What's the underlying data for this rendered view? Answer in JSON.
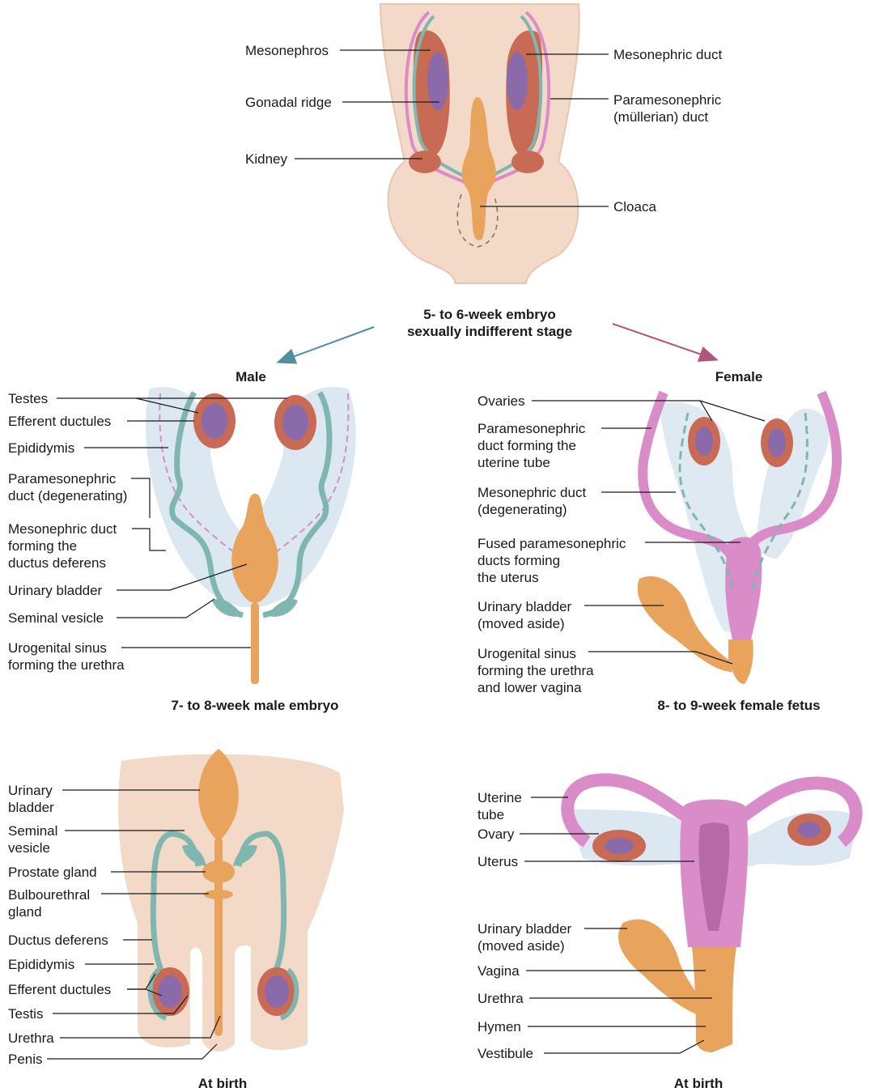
{
  "colors": {
    "skin": "#f3d9c8",
    "skin_light": "#f7e6da",
    "mesonephros": "#c96a55",
    "gonad": "#8a6aa8",
    "mesonephric_duct": "#7fb7b0",
    "paramesonephric_duct": "#d98cc8",
    "bladder": "#e8a35c",
    "tissue": "#dbe7f1",
    "arrow_left": "#4f8fa2",
    "arrow_right": "#b0567a",
    "leader": "#1a1a1a"
  },
  "indifferent_stage": {
    "caption_line1": "5- to 6-week embryo",
    "caption_line2": "sexually indifferent stage",
    "labels": {
      "mesonephros": "Mesonephros",
      "gonadal_ridge": "Gonadal ridge",
      "kidney": "Kidney",
      "mesonephric_duct": "Mesonephric duct",
      "paramesonephric_duct": "Paramesonephric\n(müllerian) duct",
      "cloaca": "Cloaca"
    }
  },
  "male_embryo": {
    "heading": "Male",
    "caption": "7- to 8-week male embryo",
    "labels": {
      "testes": "Testes",
      "efferent_ductules": "Efferent ductules",
      "epididymis": "Epididymis",
      "paramesonephric_degenerating": "Paramesonephric\nduct (degenerating)",
      "mesonephric_ductus_deferens": "Mesonephric duct\nforming the\nductus deferens",
      "urinary_bladder": "Urinary bladder",
      "seminal_vesicle": "Seminal vesicle",
      "urogenital_sinus": "Urogenital sinus\nforming the urethra"
    }
  },
  "female_fetus": {
    "heading": "Female",
    "caption": "8- to 9-week female fetus",
    "labels": {
      "ovaries": "Ovaries",
      "paramesonephric_uterine_tube": "Paramesonephric\nduct forming the\nuterine tube",
      "mesonephric_degenerating": "Mesonephric duct\n(degenerating)",
      "fused_paramesonephric": "Fused paramesonephric\nducts forming\nthe uterus",
      "urinary_bladder_moved": "Urinary bladder\n(moved aside)",
      "urogenital_sinus": "Urogenital sinus\nforming the urethra\nand lower vagina"
    }
  },
  "male_birth": {
    "caption": "At birth",
    "labels": {
      "urinary_bladder": "Urinary\nbladder",
      "seminal_vesicle": "Seminal\nvesicle",
      "prostate_gland": "Prostate gland",
      "bulbourethral_gland": "Bulbourethral\ngland",
      "ductus_deferens": "Ductus deferens",
      "epididymis": "Epididymis",
      "efferent_ductules": "Efferent ductules",
      "testis": "Testis",
      "urethra": "Urethra",
      "penis": "Penis"
    }
  },
  "female_birth": {
    "caption": "At birth",
    "labels": {
      "uterine_tube": "Uterine\ntube",
      "ovary": "Ovary",
      "uterus": "Uterus",
      "urinary_bladder_moved": "Urinary bladder\n(moved aside)",
      "vagina": "Vagina",
      "urethra": "Urethra",
      "hymen": "Hymen",
      "vestibule": "Vestibule"
    }
  }
}
